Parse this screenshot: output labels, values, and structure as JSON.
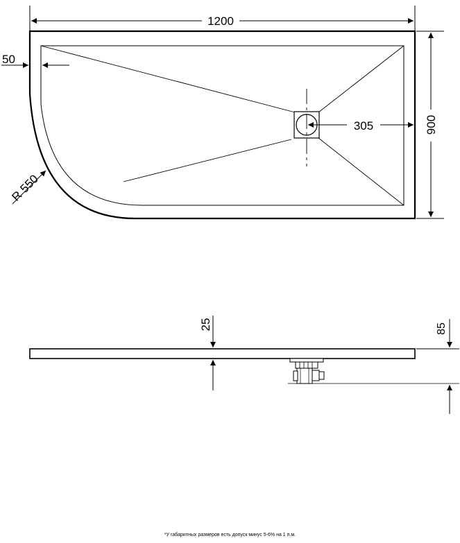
{
  "top_view": {
    "width_label": "1200",
    "height_label": "900",
    "rim_label": "50",
    "radius_label": "R 550",
    "drain_offset_label": "305"
  },
  "side_view": {
    "thickness_label": "25",
    "total_height_label": "85"
  },
  "footnote": "*У габаритных размеров есть допуск минус  5-6% на 1 п.м.",
  "colors": {
    "line": "#000000",
    "background": "#ffffff"
  }
}
